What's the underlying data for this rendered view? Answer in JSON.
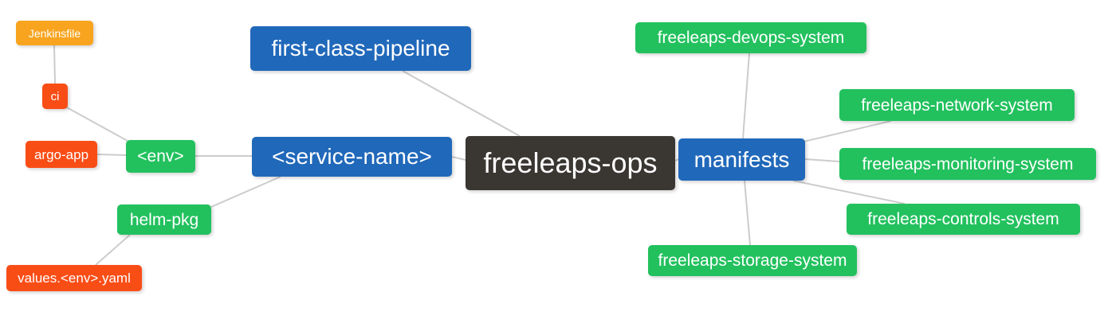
{
  "diagram": {
    "type": "mindmap",
    "root_label": "freeleaps-ops",
    "background": "#ffffff"
  },
  "colors": {
    "orange": "#F9A41F",
    "red": "#F94D16",
    "green": "#22C15E",
    "blue": "#2068BA",
    "dark": "#3A3632",
    "edge": "#CCCCCC",
    "text": "#FFFFFF"
  },
  "nodes": {
    "jenkinsfile": {
      "label": "Jenkinsfile"
    },
    "ci": {
      "label": "ci"
    },
    "argo_app": {
      "label": "argo-app"
    },
    "env": {
      "label": "<env>"
    },
    "helm_pkg": {
      "label": "helm-pkg"
    },
    "values_env_yaml": {
      "label": "values.<env>.yaml"
    },
    "first_class_pipeline": {
      "label": "first-class-pipeline"
    },
    "service_name": {
      "label": "<service-name>"
    },
    "freeleaps_ops": {
      "label": "freeleaps-ops"
    },
    "manifests": {
      "label": "manifests"
    },
    "devops_system": {
      "label": "freeleaps-devops-system"
    },
    "network_system": {
      "label": "freeleaps-network-system"
    },
    "monitoring_system": {
      "label": "freeleaps-monitoring-system"
    },
    "controls_system": {
      "label": "freeleaps-controls-system"
    },
    "storage_system": {
      "label": "freeleaps-storage-system"
    }
  },
  "edges": [
    {
      "from": "jenkinsfile",
      "to": "ci"
    },
    {
      "from": "ci",
      "to": "env"
    },
    {
      "from": "argo_app",
      "to": "env"
    },
    {
      "from": "env",
      "to": "service_name"
    },
    {
      "from": "helm_pkg",
      "to": "service_name"
    },
    {
      "from": "helm_pkg",
      "to": "values_env_yaml"
    },
    {
      "from": "first_class_pipeline",
      "to": "freeleaps_ops"
    },
    {
      "from": "service_name",
      "to": "freeleaps_ops"
    },
    {
      "from": "freeleaps_ops",
      "to": "manifests"
    },
    {
      "from": "manifests",
      "to": "devops_system"
    },
    {
      "from": "manifests",
      "to": "network_system"
    },
    {
      "from": "manifests",
      "to": "monitoring_system"
    },
    {
      "from": "manifests",
      "to": "controls_system"
    },
    {
      "from": "manifests",
      "to": "storage_system"
    }
  ]
}
